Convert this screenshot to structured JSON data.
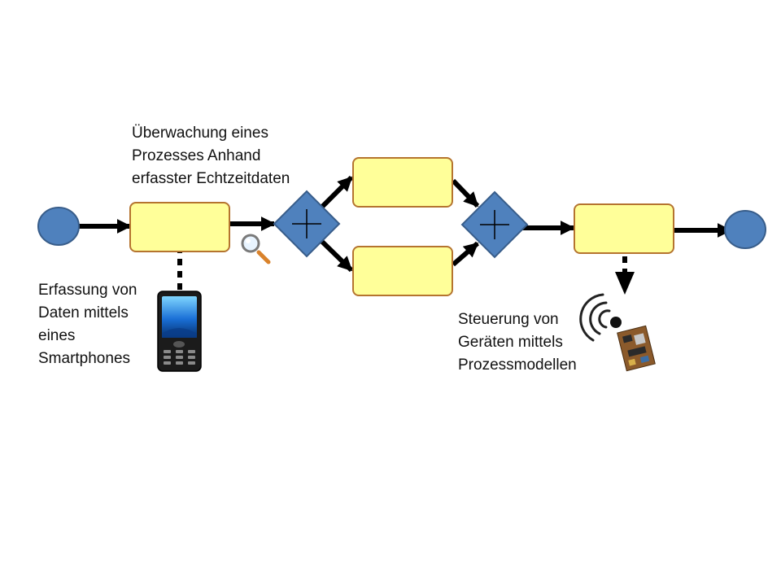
{
  "labels": {
    "monitoring": [
      "Überwachung eines",
      "Prozesses Anhand",
      "erfasster Echtzeitdaten"
    ],
    "capture": [
      "Erfassung von",
      "Daten mittels",
      "eines",
      "Smartphones"
    ],
    "control": [
      "Steuerung von",
      "Geräten mittels",
      "Prozessmodellen"
    ]
  },
  "colors": {
    "event_fill": "#4f81bd",
    "event_stroke": "#385d8a",
    "task_fill": "#ffff99",
    "task_stroke": "#b5742f",
    "gateway_fill": "#4f81bd",
    "arrow": "#000000"
  },
  "icons": {
    "monitor": "magnifier-icon",
    "capture": "smartphone-icon",
    "control": "wireless-circuit-board-icon"
  }
}
